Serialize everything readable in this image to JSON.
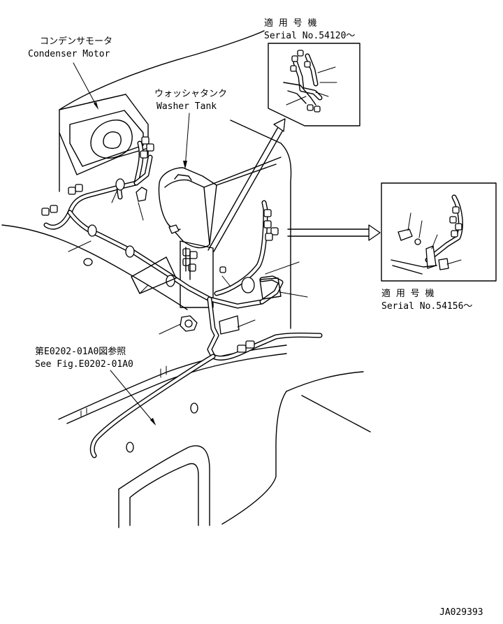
{
  "labels": {
    "condenser_motor_jp": "コンデンサモータ",
    "condenser_motor_en": "Condenser Motor",
    "washer_tank_jp": "ウォッシャタンク",
    "washer_tank_en": "Washer Tank",
    "detail_top_jp": "適 用 号 機",
    "detail_top_serial": "Serial No.54120～",
    "detail_right_jp": "適 用 号 機",
    "detail_right_serial": "Serial No.54156～",
    "see_fig_jp": "第E0202-01A0図参照",
    "see_fig_en": "See Fig.E0202-01A0",
    "drawing_number": "JA029393"
  },
  "colors": {
    "ink": "#000000",
    "paper": "#ffffff"
  }
}
